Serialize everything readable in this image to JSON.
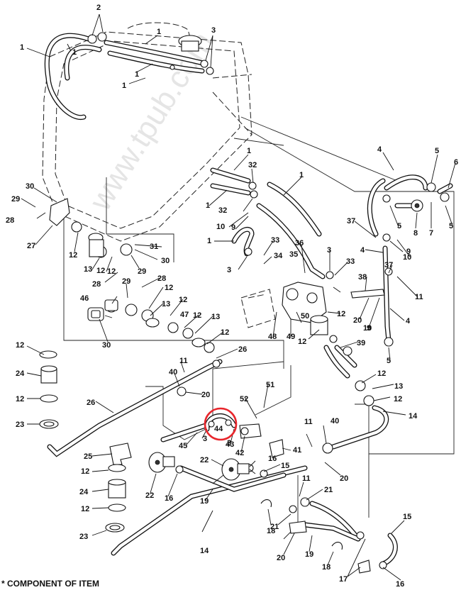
{
  "watermark": "www.tpub.com",
  "footnote": "* COMPONENT OF ITEM",
  "highlight": {
    "item": "44",
    "color": "#e8262c"
  },
  "callouts": {
    "c1a": "1",
    "c1b": "1",
    "c1c": "1",
    "c1d": "1",
    "c1e": "1",
    "c1f": "1",
    "c1g": "1",
    "c1h": "1",
    "c1i": "1",
    "c2": "2",
    "c3a": "3",
    "c3b": "3",
    "c3c": "3",
    "c3d": "3",
    "c3e": "3",
    "c4a": "4",
    "c4b": "4",
    "c4c": "4",
    "c5a": "5",
    "c5b": "5",
    "c5c": "5",
    "c5d": "5",
    "c6": "6",
    "c7": "7",
    "c8": "8",
    "c9a": "9",
    "c9b": "9",
    "c9c": "9",
    "c10a": "10",
    "c10b": "10",
    "c10c": "10",
    "c11a": "11",
    "c11b": "11",
    "c11c": "11",
    "c11d": "11",
    "c12a": "12",
    "c12b": "12",
    "c12c": "12",
    "c12d": "12",
    "c12e": "12",
    "c12f": "12",
    "c12g": "12",
    "c12h": "12",
    "c12i": "12",
    "c12j": "12",
    "c12k": "12",
    "c12l": "12",
    "c12m": "12",
    "c12n": "12",
    "c12o": "12",
    "c13a": "13",
    "c13b": "13",
    "c13c": "13",
    "c13d": "13",
    "c14a": "14",
    "c14b": "14",
    "c15a": "15",
    "c15b": "15",
    "c16a": "16",
    "c16b": "16",
    "c16c": "16",
    "c17": "17",
    "c18a": "18",
    "c18b": "18",
    "c19a": "19",
    "c19b": "19",
    "c20a": "20",
    "c20b": "20",
    "c20c": "20",
    "c20d": "20",
    "c21a": "21",
    "c21b": "21",
    "c22a": "22",
    "c22b": "22",
    "c23a": "23",
    "c23b": "23",
    "c24a": "24",
    "c24b": "24",
    "c25": "25",
    "c26a": "26",
    "c26b": "26",
    "c27": "27",
    "c28a": "28",
    "c28b": "28",
    "c28c": "28",
    "c29a": "29",
    "c29b": "29",
    "c29c": "29",
    "c30a": "30",
    "c30b": "30",
    "c30c": "30",
    "c31": "31",
    "c32a": "32",
    "c32b": "32",
    "c33a": "33",
    "c33b": "33",
    "c34": "34",
    "c35": "35",
    "c36": "36",
    "c37a": "37",
    "c37b": "37",
    "c38": "38",
    "c39": "39",
    "c40a": "40",
    "c40b": "40",
    "c41": "41",
    "c42": "42",
    "c43": "43",
    "c44": "44",
    "c45": "45",
    "c46": "46",
    "c47": "47",
    "c48": "48",
    "c49": "49",
    "c50": "50",
    "c51": "51",
    "c52": "52"
  }
}
